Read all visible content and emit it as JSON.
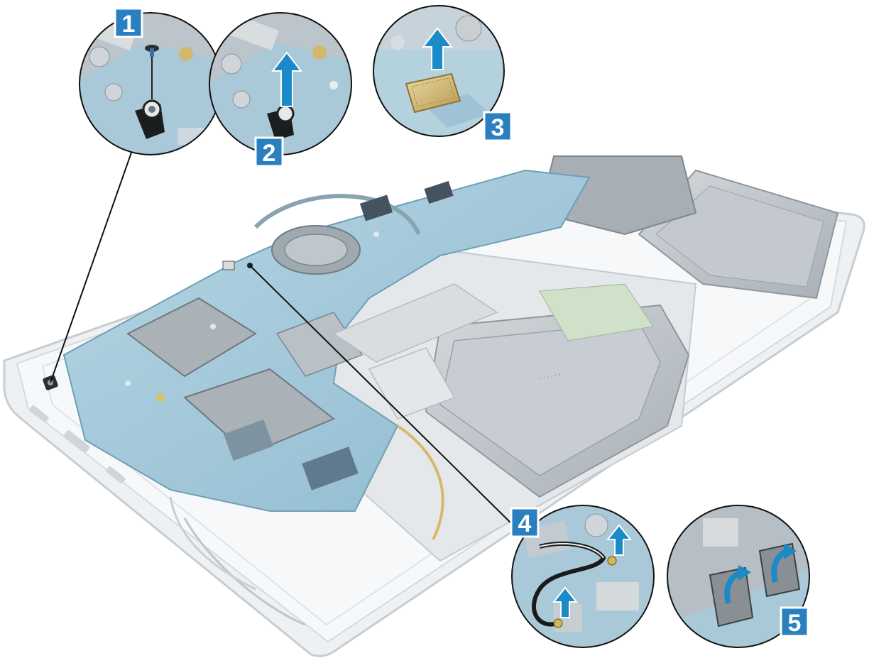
{
  "colors": {
    "badge_fill": "#2a7fc0",
    "badge_stroke": "#ffffff",
    "arrow_fill": "#1b8ac9",
    "board": "#9fc7d8",
    "board_dark": "#6e9fb6",
    "chassis": "#eef1f3",
    "chassis_edge": "#c7cdd1",
    "shield": "#b8bec3",
    "leader_line": "#111111"
  },
  "steps": [
    {
      "number": "1",
      "action": "remove-screw",
      "icon": "screw-icon"
    },
    {
      "number": "2",
      "action": "lift-bracket",
      "icon": "bracket-icon"
    },
    {
      "number": "3",
      "action": "lift-shield",
      "icon": "shield-icon"
    },
    {
      "number": "4",
      "action": "disconnect-antenna-cables",
      "icon": "antenna-connector-icon"
    },
    {
      "number": "5",
      "action": "peel-tapes",
      "icon": "tape-icon"
    }
  ]
}
